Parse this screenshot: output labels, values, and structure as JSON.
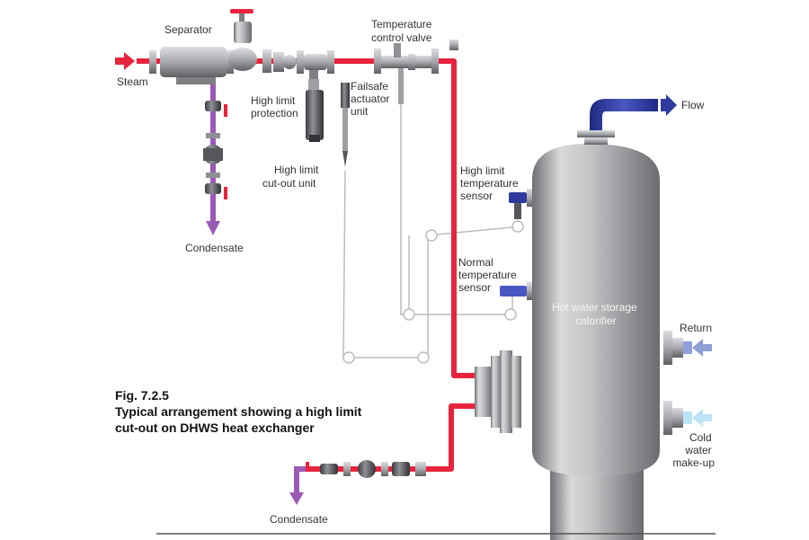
{
  "labels": {
    "separator": "Separator",
    "temperature_control_valve": [
      "Temperature",
      "control valve"
    ],
    "steam": "Steam",
    "high_limit_protection": [
      "High limit",
      "protection"
    ],
    "failsafe_actuator_unit": [
      "Failsafe",
      "actuator",
      "unit"
    ],
    "high_limit_cutout_unit": [
      "High limit",
      "cut-out unit"
    ],
    "condensate_top": "Condensate",
    "flow": "Flow",
    "high_limit_temperature_sensor": [
      "High limit",
      "temperature",
      "sensor"
    ],
    "normal_temperature_sensor": [
      "Normal",
      "temperature",
      "sensor"
    ],
    "hot_water_storage_calorifier": [
      "Hot water storage",
      "calorifier"
    ],
    "return": "Return",
    "cold_water_make_up": [
      "Cold",
      "water",
      "make-up"
    ],
    "condensate_bottom": "Condensate"
  },
  "caption": {
    "figure_number": "Fig. 7.2.5",
    "text_lines": [
      "Typical arrangement showing a high limit",
      "cut-out on DHWS heat exchanger"
    ]
  },
  "colors": {
    "steam_pipe": "#e8243c",
    "condensate_pipe": "#9b59b6",
    "flow_pipe": "#2e3a9e",
    "return_arrow": "#8f9fd8",
    "cold_water_arrow": "#bde3f7",
    "capillary": "#b8b8b8",
    "vessel": "#b9babc"
  }
}
